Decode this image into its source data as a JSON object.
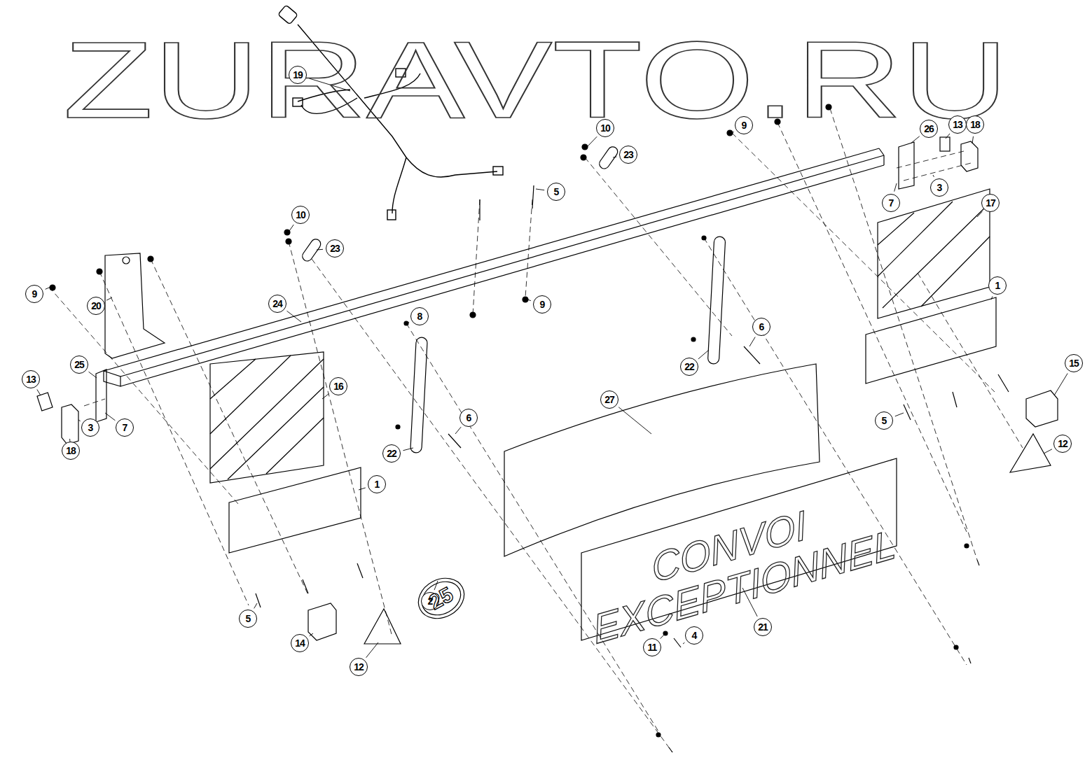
{
  "diagram": {
    "labels": [
      "ZURAVTO.RU",
      "19",
      "10",
      "9",
      "23",
      "26",
      "13",
      "18",
      "5",
      "7",
      "3",
      "17",
      "10",
      "23",
      "20",
      "9",
      "24",
      "8",
      "9",
      "1",
      "6",
      "22",
      "25",
      "13",
      "16",
      "27",
      "15",
      "3",
      "7",
      "18",
      "6",
      "22",
      "1",
      "5",
      "12",
      "5",
      "14",
      "12",
      "2",
      "25",
      "11",
      "4",
      "21",
      "CONVOI EXCEPTIONNEL"
    ]
  }
}
